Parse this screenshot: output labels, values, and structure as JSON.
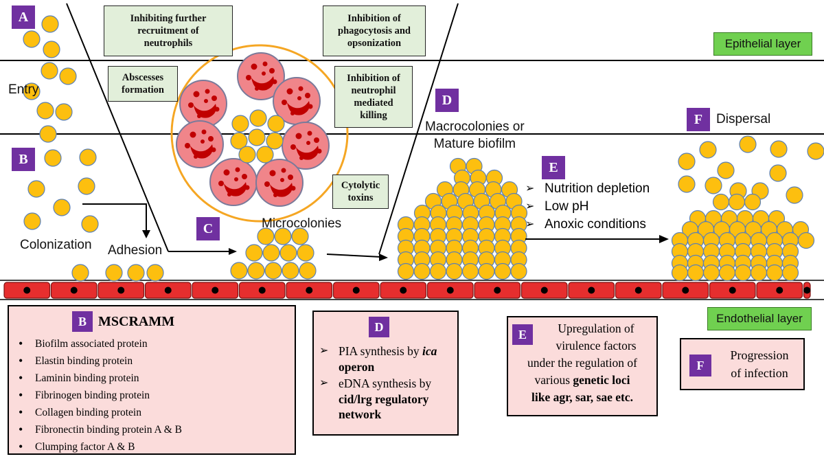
{
  "colors": {
    "cell_fill": "#fdbf0f",
    "cell_stroke": "#5a7fb5",
    "neutrophil_fill": "#f0858a",
    "neutrophil_nucleus": "#c00000",
    "endothelium_fill": "#e62e2e",
    "badge": "#7030a0",
    "host_box": "#e2efda",
    "layer_box": "#70d050",
    "info_box": "#fbdcdb",
    "ring": "#f5a623"
  },
  "badges": {
    "A": "A",
    "B": "B",
    "C": "C",
    "D": "D",
    "E": "E",
    "F": "F"
  },
  "layers": {
    "epithelial": "Epithelial layer",
    "endothelial": "Endothelial layer"
  },
  "stages": {
    "entry": "Entry",
    "colonization": "Colonization",
    "adhesion": "Adhesion",
    "microcolonies": "Microcolonies",
    "macro_line1": "Macrocolonies or",
    "macro_line2": "Mature biofilm",
    "dispersal": "Dispersal"
  },
  "host_response": {
    "recruitment": [
      "Inhibiting further",
      "recruitment of",
      "neutrophils"
    ],
    "phagocytosis": [
      "Inhibition of",
      "phagocytosis and",
      "opsonization"
    ],
    "abscess": [
      "Abscesses",
      "formation"
    ],
    "killing": [
      "Inhibition of",
      "neutrophil",
      "mediated",
      "killing"
    ],
    "toxins": [
      "Cytolytic",
      "toxins"
    ]
  },
  "dispersal_triggers": [
    "Nutrition depletion",
    "Low pH",
    "Anoxic conditions"
  ],
  "mscramm": {
    "title": "MSCRAMM",
    "items": [
      "Biofilm associated protein",
      "Elastin binding protein",
      "Laminin binding protein",
      "Fibrinogen binding protein",
      "Collagen binding protein",
      "Fibronectin binding protein A & B",
      "Clumping factor A & B"
    ]
  },
  "box_d": {
    "item1_pre": "PIA synthesis by ",
    "item1_em": "ica",
    "item1_bold": "operon",
    "item2_pre": "eDNA synthesis by",
    "item2_bold1": "cid/lrg regulatory",
    "item2_bold2": "network"
  },
  "box_e": {
    "line1": "Upregulation of",
    "line2": "virulence factors",
    "line3": "under the regulation of",
    "line4_pre": "various ",
    "line4_bold": "genetic loci",
    "line5_bold": "like agr, sar, sae etc."
  },
  "box_f": {
    "line1": "Progression",
    "line2": "of infection"
  }
}
